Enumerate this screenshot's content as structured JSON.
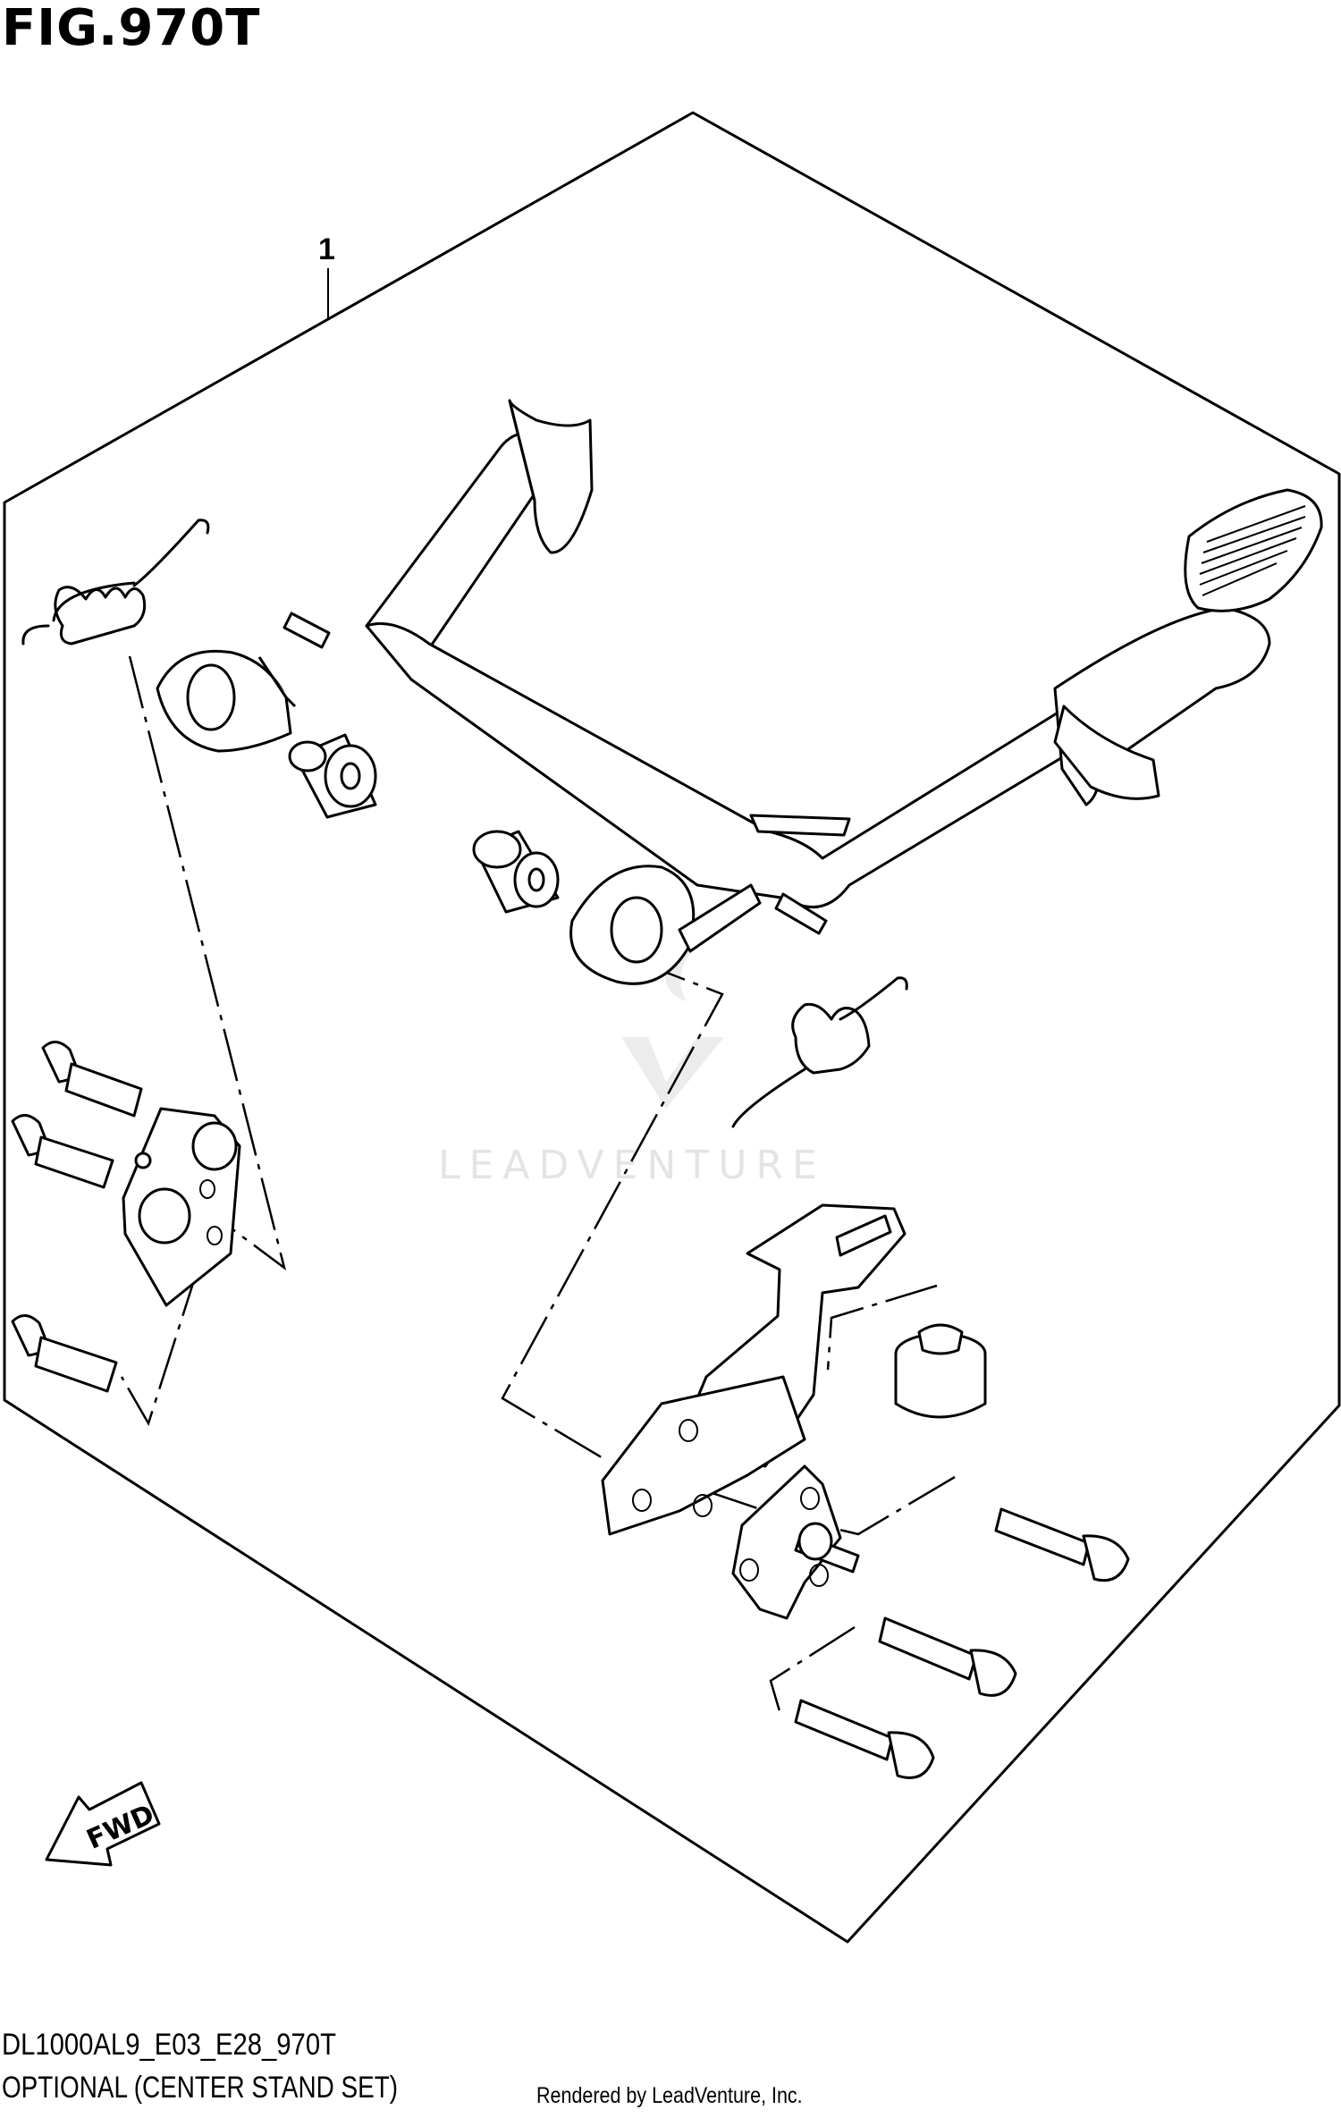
{
  "figure": {
    "title": "FIG.970T",
    "model_code": "DL1000AL9_E03_E28_970T",
    "caption": "OPTIONAL (CENTER STAND SET)",
    "rendered_by": "Rendered by LeadVenture, Inc."
  },
  "diagram": {
    "callouts": [
      {
        "label": "1"
      }
    ],
    "direction_arrow": {
      "label": "FWD",
      "icon": "fwd-arrow-icon"
    },
    "watermark": {
      "text": "LEADVENTURE",
      "icon": "leadventure-logo-icon"
    },
    "line_color": "#000000",
    "watermark_color": "#e4e4e4"
  }
}
